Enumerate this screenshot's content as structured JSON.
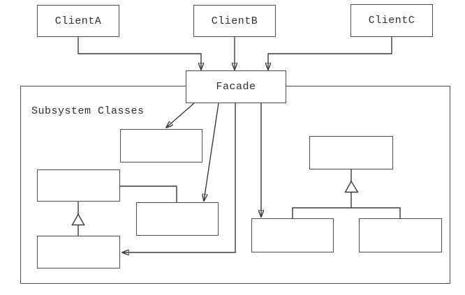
{
  "diagram": {
    "kind": "facade-pattern-class-diagram",
    "clients": [
      {
        "id": "clientA",
        "label": "ClientA"
      },
      {
        "id": "clientB",
        "label": "ClientB"
      },
      {
        "id": "clientC",
        "label": "ClientC"
      }
    ],
    "facade": {
      "label": "Facade"
    },
    "subsystem": {
      "label": "Subsystem Classes",
      "unnamed_class_box_count": 7
    },
    "edges": [
      {
        "from": "ClientA",
        "to": "Facade",
        "type": "arrow"
      },
      {
        "from": "ClientB",
        "to": "Facade",
        "type": "arrow"
      },
      {
        "from": "ClientC",
        "to": "Facade",
        "type": "arrow"
      },
      {
        "from": "Facade",
        "to": "subsystem-box-1",
        "type": "arrow"
      },
      {
        "from": "Facade",
        "to": "subsystem-box-3",
        "type": "arrow"
      },
      {
        "from": "Facade",
        "to": "subsystem-box-4",
        "type": "arrow"
      },
      {
        "from": "Facade",
        "to": "subsystem-box-6",
        "type": "arrow"
      },
      {
        "from": "subsystem-box-2",
        "to": "subsystem-box-3",
        "type": "plain"
      },
      {
        "from": "subsystem-box-4",
        "to": "subsystem-box-2",
        "type": "inheritance"
      },
      {
        "from": "subsystem-box-6",
        "to": "subsystem-box-5",
        "type": "inheritance"
      },
      {
        "from": "subsystem-box-7",
        "to": "subsystem-box-5",
        "type": "inheritance"
      }
    ],
    "colors": {
      "background": "#ffffff",
      "box_fill": "#ffffff",
      "box_border": "#4d4d4d",
      "line": "#3a3a3a",
      "arrowhead": "#141414",
      "text": "#2f2f2f"
    }
  }
}
